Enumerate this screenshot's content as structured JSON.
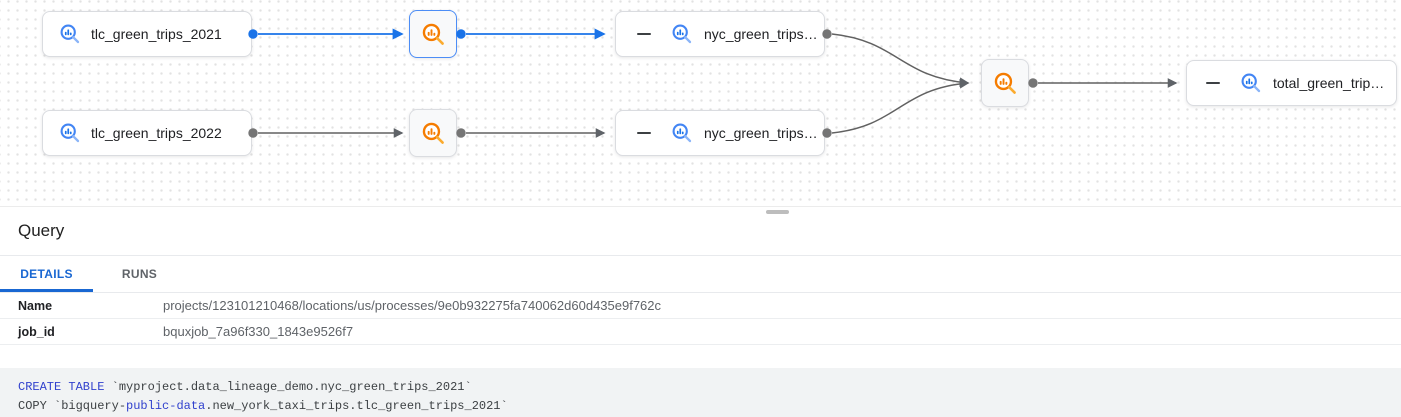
{
  "graph": {
    "nodes": {
      "tlc_2021": "tlc_green_trips_2021",
      "tlc_2022": "tlc_green_trips_2022",
      "nyc_2021": "nyc_green_trips…",
      "nyc_2022": "nyc_green_trips…",
      "total": "total_green_trip…"
    },
    "icons": {
      "table_icon": "bigquery-table-icon (blue magnifier with bar chart)",
      "process_icon": "bigquery-process-icon (orange magnifier with bar chart)",
      "collapse_icon": "collapse-minus-icon"
    }
  },
  "panel": {
    "title": "Query",
    "tabs": {
      "details": "DETAILS",
      "runs": "RUNS"
    },
    "fields": {
      "name_label": "Name",
      "name_value": "projects/123101210468/locations/us/processes/9e0b932275fa740062d60d435e9f762c",
      "job_id_label": "job_id",
      "job_id_value": "bquxjob_7a96f330_1843e9526f7"
    },
    "sql_lines": [
      [
        {
          "text": "CREATE TABLE",
          "type": "keyword"
        },
        {
          "text": " `myproject.data_lineage_demo.nyc_green_trips_2021`",
          "type": "plain"
        }
      ],
      [
        {
          "text": "COPY `bigquery-",
          "type": "plain"
        },
        {
          "text": "public-data",
          "type": "keyword"
        },
        {
          "text": ".new_york_taxi_trips.tlc_green_trips_2021`",
          "type": "plain"
        }
      ]
    ]
  },
  "colors": {
    "selected_edge_blue": "#1a73e8",
    "selected_node_border": "#4c8df6",
    "table_icon_blue": "#4285f4",
    "process_icon_orange": "#f57c00",
    "edge_gray": "#616161",
    "active_tab_blue": "#1967d2",
    "sql_keyword_blue": "#3141cd",
    "code_background": "#f1f3f4"
  }
}
